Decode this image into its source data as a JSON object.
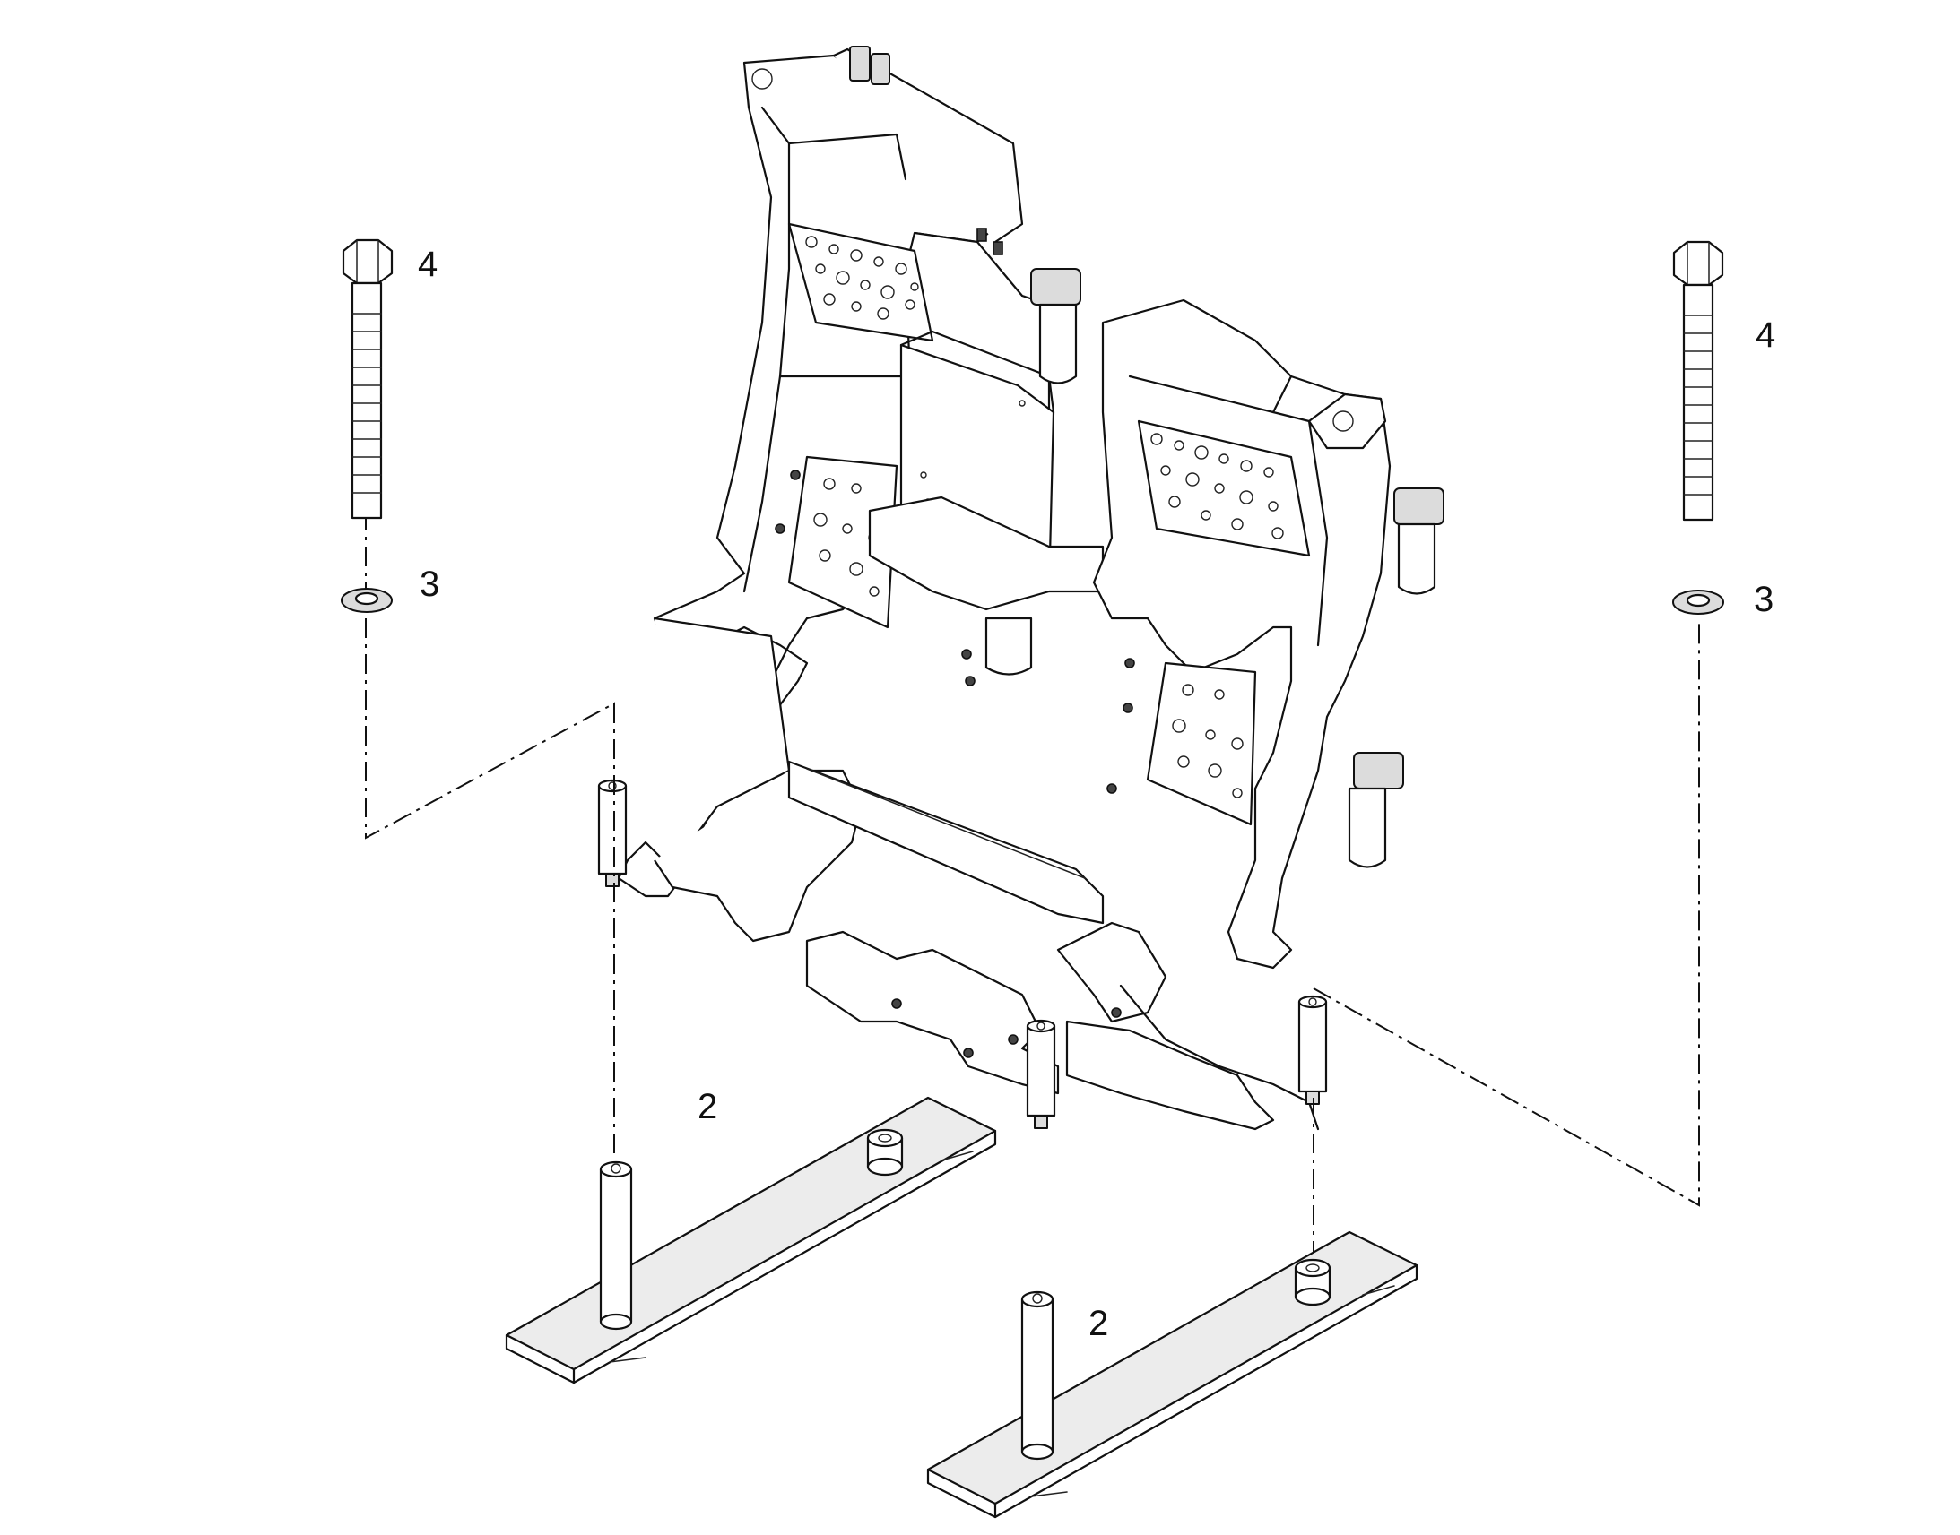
{
  "callouts": {
    "bolt_left": "4",
    "bolt_right": "4",
    "washer_left": "3",
    "washer_right": "3",
    "support_left": "2",
    "support_right": "2"
  },
  "colors": {
    "line": "#111111",
    "background": "#ffffff",
    "shade": "#dcdcdc"
  }
}
